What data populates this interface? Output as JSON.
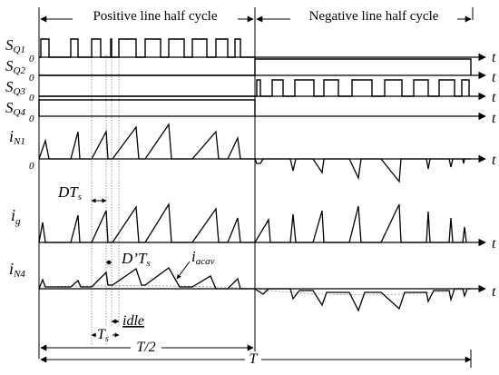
{
  "header": {
    "positive_label": "Positive line half cycle",
    "negative_label": "Negative line half cycle"
  },
  "signals": {
    "sq1": {
      "base": "S",
      "sub": "Q1"
    },
    "sq2": {
      "base": "S",
      "sub": "Q2"
    },
    "sq3": {
      "base": "S",
      "sub": "Q3"
    },
    "sq4": {
      "base": "S",
      "sub": "Q4"
    },
    "in1": {
      "base": "i",
      "sub": "N1"
    },
    "ig": {
      "base": "i",
      "sub": "g"
    },
    "in4": {
      "base": "i",
      "sub": "N4"
    }
  },
  "zero_label": "0",
  "axis_label": "t",
  "annotations": {
    "dts": {
      "main": "DT",
      "sub": "s"
    },
    "dpts": {
      "main": "D’T",
      "sub": "s"
    },
    "iacav": {
      "main": "i",
      "sub": "acav"
    },
    "ts": {
      "main": "T",
      "sub": "s"
    },
    "idle": "idle",
    "half_period": "T/2",
    "period": "T"
  }
}
